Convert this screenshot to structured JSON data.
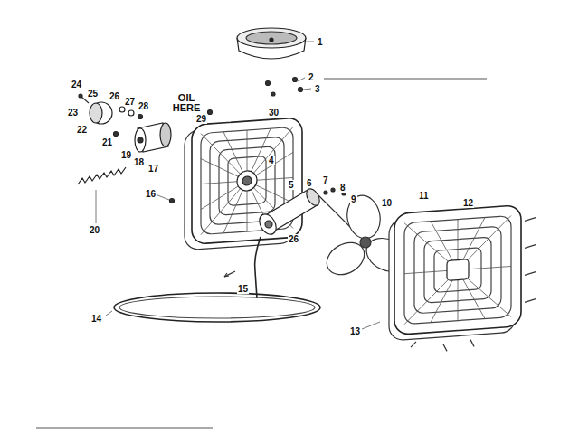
{
  "diagram": {
    "labels": [
      "1",
      "2",
      "3",
      "24",
      "25",
      "23",
      "26",
      "27",
      "28",
      "OIL HERE",
      "29",
      "30",
      "22",
      "21",
      "19",
      "18",
      "17",
      "20",
      "4",
      "5",
      "6",
      "7",
      "8",
      "9",
      "10",
      "11",
      "12",
      "16",
      "26",
      "15",
      "14",
      "13"
    ]
  }
}
